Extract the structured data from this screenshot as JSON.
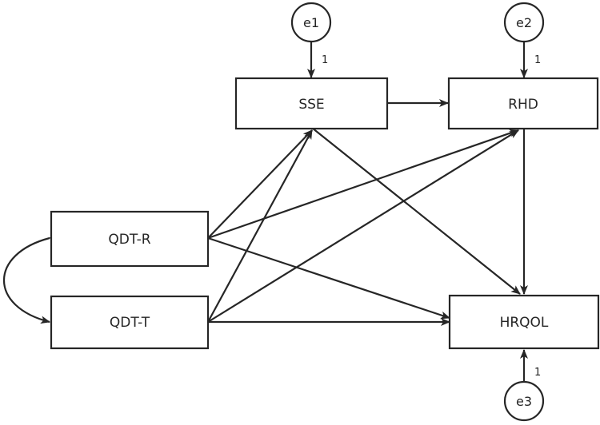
{
  "nodes": {
    "sse": "SSE",
    "rhd": "RHD",
    "qdt_r": "QDT-R",
    "qdt_t": "QDT-T",
    "hrqol": "HRQOL"
  },
  "errors": {
    "e1": "e1",
    "e2": "e2",
    "e3": "e3"
  },
  "error_weights": {
    "e1": "1",
    "e2": "1",
    "e3": "1"
  },
  "paths": [
    {
      "from": "SSE",
      "to": "RHD"
    },
    {
      "from": "SSE",
      "to": "HRQOL"
    },
    {
      "from": "RHD",
      "to": "HRQOL"
    },
    {
      "from": "QDT-R",
      "to": "SSE"
    },
    {
      "from": "QDT-R",
      "to": "RHD"
    },
    {
      "from": "QDT-R",
      "to": "HRQOL"
    },
    {
      "from": "QDT-T",
      "to": "SSE"
    },
    {
      "from": "QDT-T",
      "to": "RHD"
    },
    {
      "from": "QDT-T",
      "to": "HRQOL"
    },
    {
      "from": "e1",
      "to": "SSE"
    },
    {
      "from": "e2",
      "to": "RHD"
    },
    {
      "from": "e3",
      "to": "HRQOL"
    }
  ],
  "covariances": [
    {
      "between": [
        "QDT-R",
        "QDT-T"
      ]
    }
  ],
  "colors": {
    "stroke": "#262626",
    "background": "#ffffff"
  }
}
